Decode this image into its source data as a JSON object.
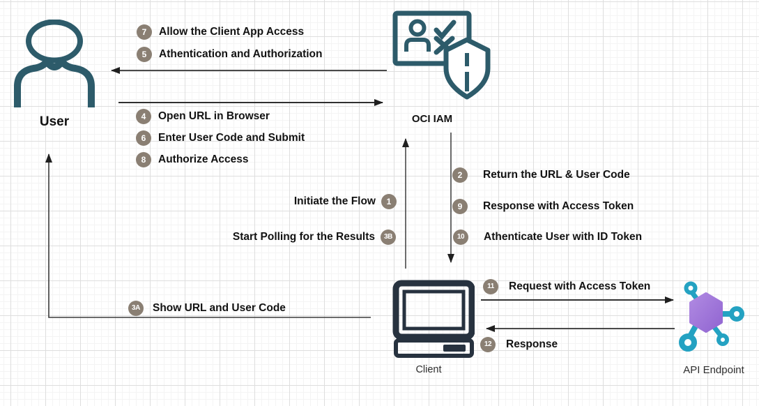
{
  "diagram_type": "sequence-flow-diagram",
  "actors": {
    "user": "User",
    "oci_iam": "OCI IAM",
    "client": "Client",
    "api_endpoint": "API Endpoint"
  },
  "messages": {
    "m7": {
      "step": "7",
      "text": "Allow the Client App Access"
    },
    "m5": {
      "step": "5",
      "text": "Athentication and Authorization"
    },
    "m4": {
      "step": "4",
      "text": "Open URL in Browser"
    },
    "m6": {
      "step": "6",
      "text": "Enter User Code and Submit"
    },
    "m8": {
      "step": "8",
      "text": "Authorize Access"
    },
    "m1": {
      "step": "1",
      "text": "Initiate the Flow"
    },
    "m3b": {
      "step": "3B",
      "text": "Start Polling for the Results"
    },
    "m2": {
      "step": "2",
      "text": "Return the URL & User Code"
    },
    "m9": {
      "step": "9",
      "text": "Response with Access Token"
    },
    "m10": {
      "step": "10",
      "text": "Athenticate User with ID Token"
    },
    "m11": {
      "step": "11",
      "text": "Request with Access Token"
    },
    "m12": {
      "step": "12",
      "text": "Response"
    },
    "m3a": {
      "step": "3A",
      "text": "Show URL and User Code"
    }
  },
  "icons": {
    "user": "person-icon",
    "oci_iam": "id-badge-shield-icon",
    "client": "desktop-computer-icon",
    "api_endpoint": "api-network-node-icon"
  },
  "colors": {
    "teal": "#2d5b6a",
    "navy": "#27323f",
    "badge": "#8a7f73",
    "cyan": "#24a2c2",
    "purple1": "#b08ae2",
    "purple2": "#9165d1",
    "arrow": "#303030",
    "text": "#121212"
  }
}
